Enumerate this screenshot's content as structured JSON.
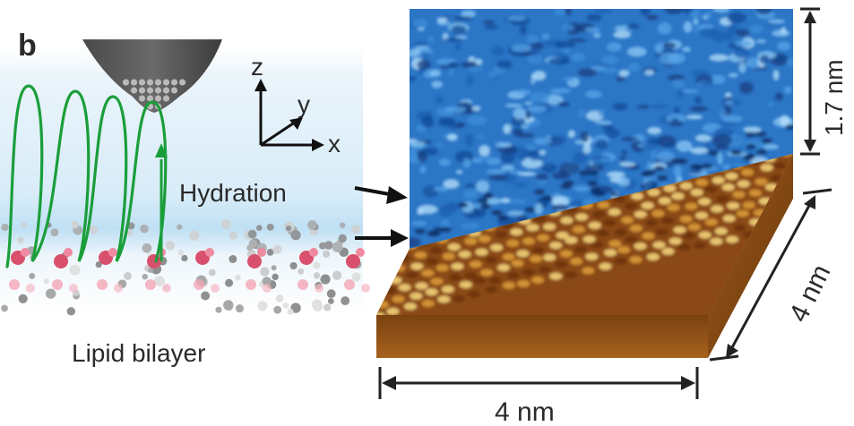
{
  "panel_label": "b",
  "axes": {
    "z": "z",
    "y": "y",
    "x": "x"
  },
  "labels": {
    "hydration": "Hydration",
    "lipid_bilayer": "Lipid bilayer"
  },
  "dimensions": {
    "height": "1.7 nm",
    "depth": "4 nm",
    "width": "4 nm"
  },
  "colors": {
    "water_blue": "#2f7fd0",
    "lipid_pink": "#e0607a",
    "afm_brown": "#b86a1c",
    "trajectory_green": "#1a9e3a"
  }
}
